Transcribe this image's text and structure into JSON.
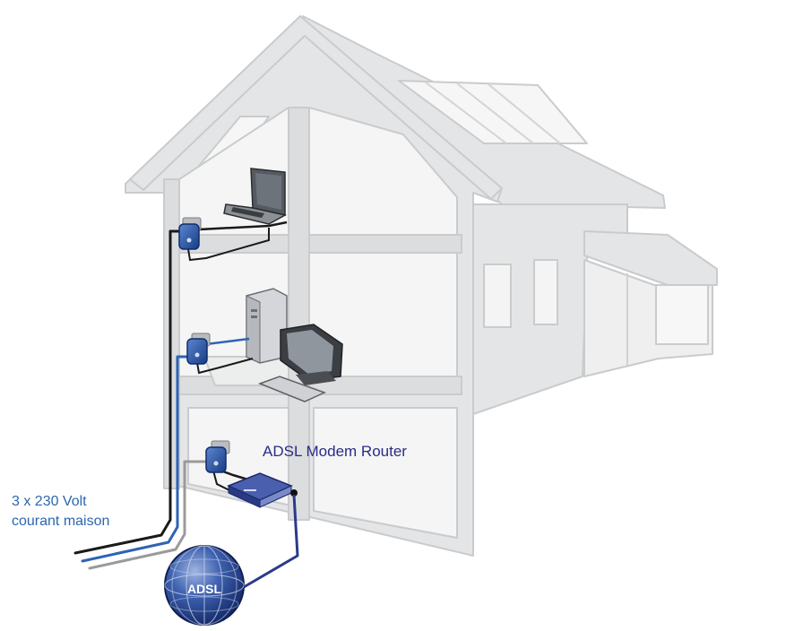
{
  "labels": {
    "router": "ADSL Modem Router",
    "power_line1": "3 x 230 Volt",
    "power_line2": "courant maison",
    "globe": "ADSL"
  },
  "colors": {
    "house_fill": "#e4e5e6",
    "house_stroke": "#c9cbcd",
    "adapter_blue": "#1d4f9e",
    "cable_dark": "#1a1a1a",
    "cable_blue": "#2f63b5",
    "cable_grey": "#9a9a9a",
    "globe_dark": "#1b2f73",
    "text_router": "#2b2c86",
    "text_power": "#2d66b0"
  }
}
